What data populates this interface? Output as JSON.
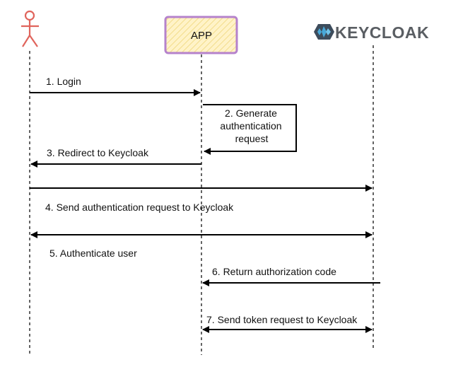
{
  "participants": {
    "user": {
      "label": ""
    },
    "app": {
      "label": "APP"
    },
    "keycloak": {
      "label": "KEYCLOAK"
    }
  },
  "messages": [
    {
      "id": "m1",
      "lines": [
        "1. Login"
      ]
    },
    {
      "id": "m2",
      "lines": [
        "2. Generate",
        "authentication",
        "request"
      ]
    },
    {
      "id": "m3",
      "lines": [
        "3. Redirect to Keycloak"
      ]
    },
    {
      "id": "m4",
      "lines": [
        "4. Send authentication request to Keycloak"
      ]
    },
    {
      "id": "m5",
      "lines": [
        "5. Authenticate user"
      ]
    },
    {
      "id": "m6",
      "lines": [
        "6. Return authorization code"
      ]
    },
    {
      "id": "m7",
      "lines": [
        "7. Send token request to Keycloak"
      ]
    }
  ],
  "colors": {
    "actor": "#e0645c",
    "app_box_border": "#b582cc",
    "app_box_fill": "#fff3c8",
    "app_box_hatch": "#f2dc8a",
    "keycloak_logo_dark": "#3d4c5c",
    "keycloak_logo_light": "#48a8d8",
    "keycloak_text": "#5a5e63"
  }
}
